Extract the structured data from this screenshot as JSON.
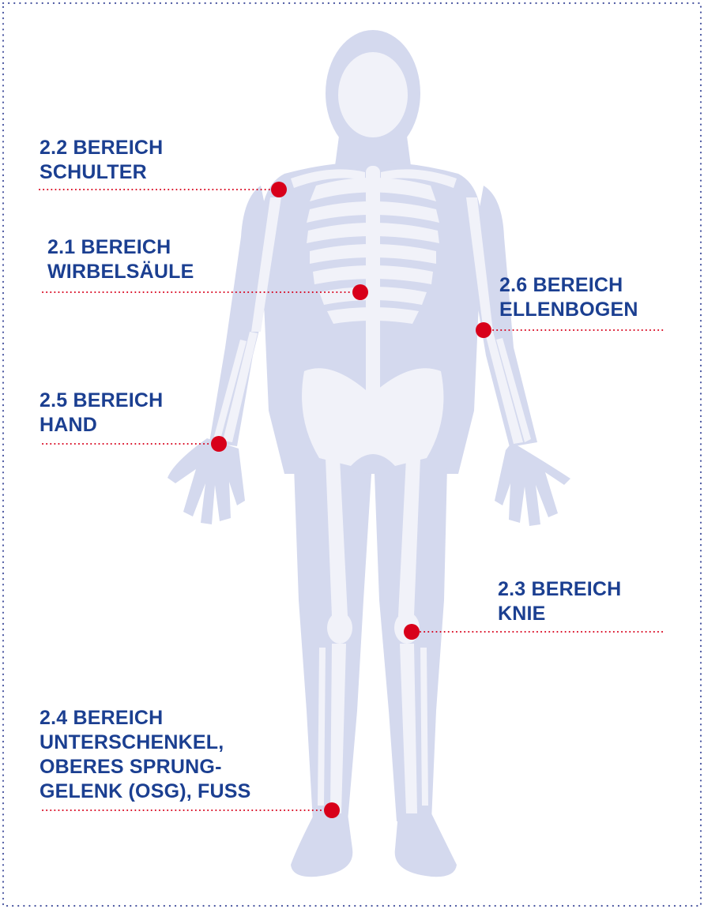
{
  "colors": {
    "border_dots": "#4a56a0",
    "body_fill": "#d4d9ee",
    "bone_fill": "#f1f2f9",
    "label_text": "#1b3f91",
    "marker": "#d8001a",
    "leader_line": "#d8001a"
  },
  "labels": [
    {
      "id": "schulter",
      "lines": [
        "2.2 BEREICH",
        "SCHULTER"
      ]
    },
    {
      "id": "wirbelsaeule",
      "lines": [
        "2.1 BEREICH",
        "WIRBELSÄULE"
      ]
    },
    {
      "id": "ellenbogen",
      "lines": [
        "2.6 BEREICH",
        "ELLENBOGEN"
      ]
    },
    {
      "id": "hand",
      "lines": [
        "2.5 BEREICH",
        "HAND"
      ]
    },
    {
      "id": "knie",
      "lines": [
        "2.3 BEREICH",
        "KNIE"
      ]
    },
    {
      "id": "fuss",
      "lines": [
        "2.4 BEREICH",
        "UNTERSCHENKEL,",
        "OBERES SPRUNG-",
        "GELENK (OSG), FUSS"
      ]
    }
  ]
}
